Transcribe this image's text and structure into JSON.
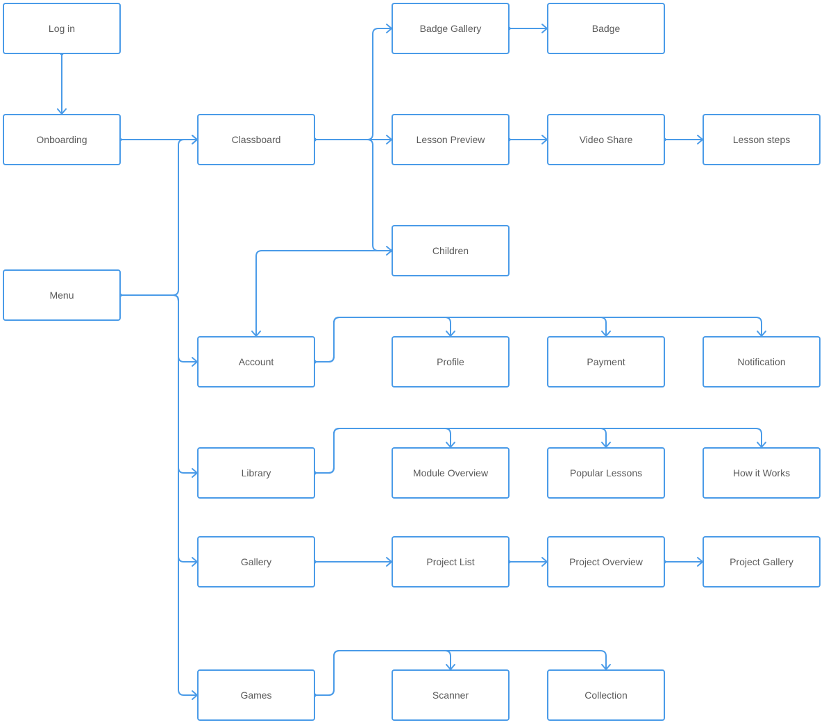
{
  "diagram": {
    "nodes": [
      {
        "id": "login",
        "label": "Log in"
      },
      {
        "id": "onboarding",
        "label": "Onboarding"
      },
      {
        "id": "menu",
        "label": "Menu"
      },
      {
        "id": "classboard",
        "label": "Classboard"
      },
      {
        "id": "account",
        "label": "Account"
      },
      {
        "id": "library",
        "label": "Library"
      },
      {
        "id": "gallery",
        "label": "Gallery"
      },
      {
        "id": "games",
        "label": "Games"
      },
      {
        "id": "badge_gallery",
        "label": "Badge Gallery"
      },
      {
        "id": "badge",
        "label": "Badge"
      },
      {
        "id": "lesson_preview",
        "label": "Lesson Preview"
      },
      {
        "id": "video_share",
        "label": "Video Share"
      },
      {
        "id": "lesson_steps",
        "label": "Lesson steps"
      },
      {
        "id": "children",
        "label": "Children"
      },
      {
        "id": "profile",
        "label": "Profile"
      },
      {
        "id": "payment",
        "label": "Payment"
      },
      {
        "id": "notification",
        "label": "Notification"
      },
      {
        "id": "module_overview",
        "label": "Module Overview"
      },
      {
        "id": "popular_lessons",
        "label": "Popular Lessons"
      },
      {
        "id": "how_it_works",
        "label": "How it Works"
      },
      {
        "id": "project_list",
        "label": "Project List"
      },
      {
        "id": "project_overview",
        "label": "Project Overview"
      },
      {
        "id": "project_gallery",
        "label": "Project Gallery"
      },
      {
        "id": "scanner",
        "label": "Scanner"
      },
      {
        "id": "collection",
        "label": "Collection"
      }
    ],
    "edges": [
      {
        "from": "login",
        "to": "onboarding"
      },
      {
        "from": "onboarding",
        "to": "classboard"
      },
      {
        "from": "menu",
        "to": "classboard"
      },
      {
        "from": "menu",
        "to": "account"
      },
      {
        "from": "menu",
        "to": "library"
      },
      {
        "from": "menu",
        "to": "gallery"
      },
      {
        "from": "menu",
        "to": "games"
      },
      {
        "from": "classboard",
        "to": "badge_gallery"
      },
      {
        "from": "classboard",
        "to": "lesson_preview"
      },
      {
        "from": "classboard",
        "to": "children"
      },
      {
        "from": "badge_gallery",
        "to": "badge"
      },
      {
        "from": "lesson_preview",
        "to": "video_share"
      },
      {
        "from": "video_share",
        "to": "lesson_steps"
      },
      {
        "from": "children",
        "to": "account"
      },
      {
        "from": "account",
        "to": "profile"
      },
      {
        "from": "account",
        "to": "payment"
      },
      {
        "from": "account",
        "to": "notification"
      },
      {
        "from": "library",
        "to": "module_overview"
      },
      {
        "from": "library",
        "to": "popular_lessons"
      },
      {
        "from": "library",
        "to": "how_it_works"
      },
      {
        "from": "gallery",
        "to": "project_list"
      },
      {
        "from": "project_list",
        "to": "project_overview"
      },
      {
        "from": "project_overview",
        "to": "project_gallery"
      },
      {
        "from": "games",
        "to": "scanner"
      },
      {
        "from": "games",
        "to": "collection"
      }
    ],
    "colors": {
      "stroke": "#4a9be8",
      "text": "#5a5a5a",
      "background": "#ffffff"
    }
  }
}
